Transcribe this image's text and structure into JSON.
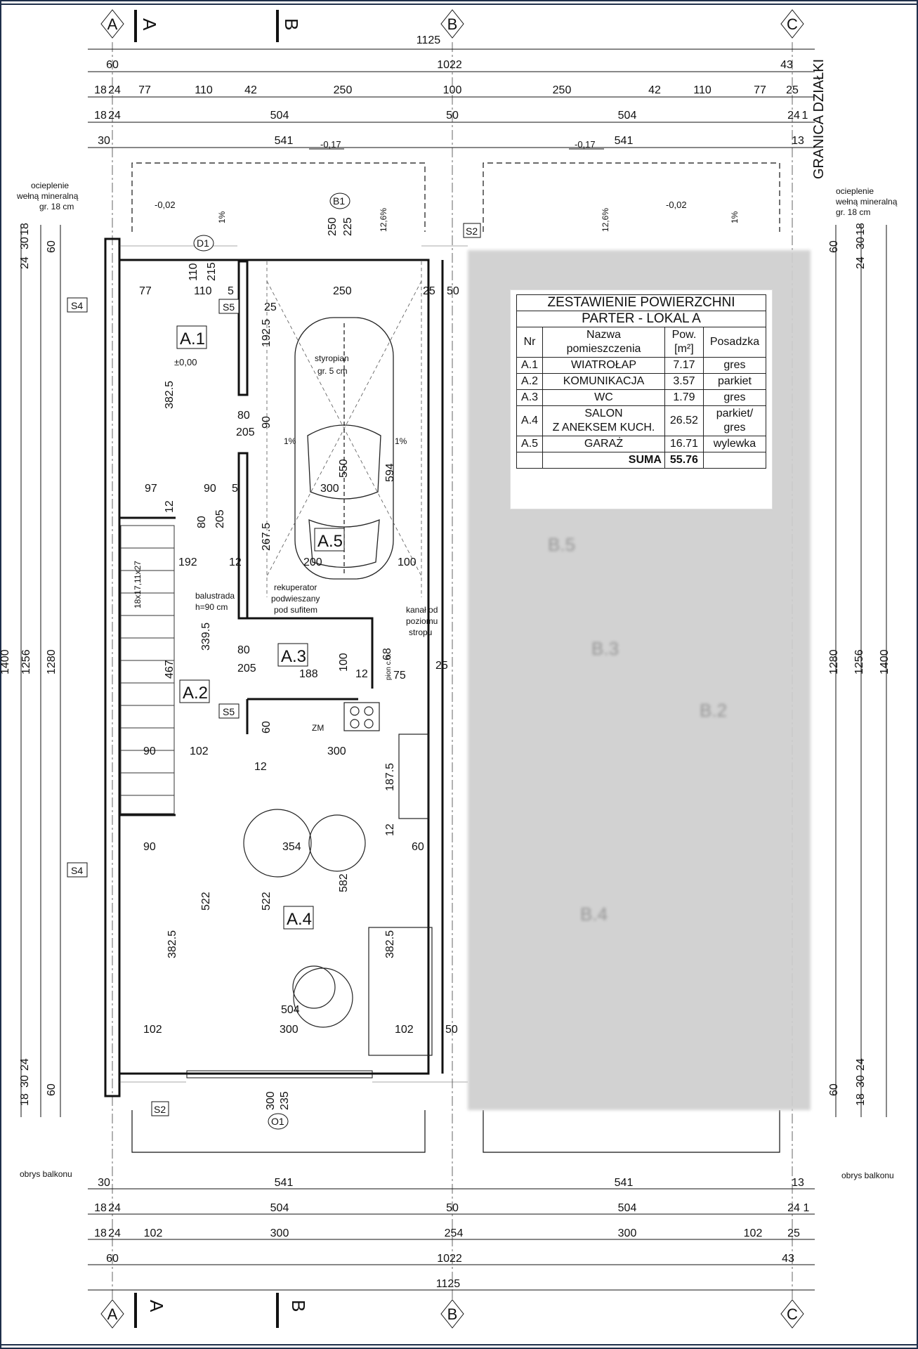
{
  "axes": {
    "top": [
      "A",
      "B",
      "C"
    ],
    "bottom": [
      "A",
      "B",
      "C"
    ],
    "section_marks": [
      "A",
      "B"
    ]
  },
  "dims_top": {
    "total": "1125",
    "row1": [
      "60",
      "1022",
      "43"
    ],
    "row2": [
      "18",
      "24",
      "77",
      "110",
      "42",
      "250",
      "100",
      "250",
      "42",
      "110",
      "77",
      "25"
    ],
    "row3": [
      "18",
      "24",
      "504",
      "50",
      "504",
      "24",
      "1"
    ],
    "row4": [
      "30",
      "541",
      "541",
      "13"
    ]
  },
  "dims_bottom": {
    "row1": [
      "30",
      "541",
      "541",
      "13"
    ],
    "row2": [
      "18",
      "24",
      "504",
      "50",
      "504",
      "24",
      "1"
    ],
    "row3": [
      "18",
      "24",
      "102",
      "300",
      "254",
      "300",
      "102",
      "25"
    ],
    "row4": [
      "60",
      "1022",
      "43"
    ],
    "total": "1125"
  },
  "side_dims": {
    "left_top": [
      "24",
      "30",
      "18",
      "60"
    ],
    "left_mid": [
      "1400",
      "1256",
      "1280"
    ],
    "left_bot": [
      "18",
      "30",
      "24",
      "60"
    ],
    "right_top": [
      "60",
      "24",
      "30",
      "18"
    ],
    "right_mid": [
      "1280",
      "1256",
      "1400"
    ],
    "right_bot": [
      "60",
      "18",
      "30",
      "24"
    ]
  },
  "labels": {
    "plot_border": "GRANICA DZIAŁKI",
    "insulation_left": [
      "ocieplenie",
      "wełną mineralną",
      "gr. 18 cm"
    ],
    "insulation_right": [
      "ocieplenie",
      "wełną mineralną",
      "gr. 18 cm"
    ],
    "balcony_left": "obrys balkonu",
    "balcony_right": "obrys balkonu",
    "level_terrace_left": "-0,17",
    "level_terrace_right": "-0,17",
    "level_drive_left": "-0,02",
    "level_drive_right": "-0,02",
    "level_a1": "±0,00",
    "styrofoam": [
      "styropian",
      "gr. 5 cm"
    ],
    "recuperator": [
      "rekuperator",
      "podwieszany",
      "pod sufitem"
    ],
    "duct": [
      "kanał od",
      "poziomu",
      "stropu"
    ],
    "railing": [
      "balustrada",
      "h=90 cm"
    ],
    "stairs": "18x17,11x27",
    "fridge": "ZM",
    "pion": "pion c.o.",
    "slope_1": "1%",
    "slope_12": "12,6%"
  },
  "rooms": {
    "a1": "A.1",
    "a2": "A.2",
    "a3": "A.3",
    "a4": "A.4",
    "a5": "A.5"
  },
  "tags": {
    "d1": "D1",
    "b1": "B1",
    "o1": "O1",
    "s2": "S2",
    "s4": "S4",
    "s5": "S5"
  },
  "inner_dims": [
    "77",
    "110",
    "5",
    "250",
    "25",
    "50",
    "25",
    "192.5",
    "382.5",
    "80",
    "205",
    "90",
    "550",
    "594",
    "97",
    "90",
    "5",
    "300",
    "12",
    "80",
    "205",
    "267.5",
    "192",
    "12",
    "200",
    "100",
    "339.5",
    "467",
    "80",
    "205",
    "188",
    "12",
    "100",
    "68",
    "75",
    "25",
    "60",
    "90",
    "102",
    "300",
    "12",
    "187.5",
    "90",
    "354",
    "582",
    "12",
    "60",
    "522",
    "522",
    "382.5",
    "382.5",
    "504",
    "102",
    "300",
    "102",
    "50",
    "300",
    "235",
    "110",
    "215",
    "250",
    "225"
  ],
  "table": {
    "title": "ZESTAWIENIE POWIERZCHNI",
    "subtitle": "PARTER - LOKAL A",
    "headers": [
      "Nr",
      "Nazwa\npomieszczenia",
      "Pow.\n[m²]",
      "Posadzka"
    ],
    "rows": [
      [
        "A.1",
        "WIATROŁAP",
        "7.17",
        "gres"
      ],
      [
        "A.2",
        "KOMUNIKACJA",
        "3.57",
        "parkiet"
      ],
      [
        "A.3",
        "WC",
        "1.79",
        "gres"
      ],
      [
        "A.4",
        "SALON\nZ ANEKSEM KUCH.",
        "26.52",
        "parkiet/\ngres"
      ],
      [
        "A.5",
        "GARAŻ",
        "16.71",
        "wylewka"
      ]
    ],
    "sum_label": "SUMA",
    "sum_value": "55.76"
  },
  "ghost_rooms": [
    "B.5",
    "B.3",
    "B.2",
    "B.4"
  ],
  "colors": {
    "line": "#111111",
    "blur": "#cfcfcf",
    "frame": "#1f2f4a"
  }
}
